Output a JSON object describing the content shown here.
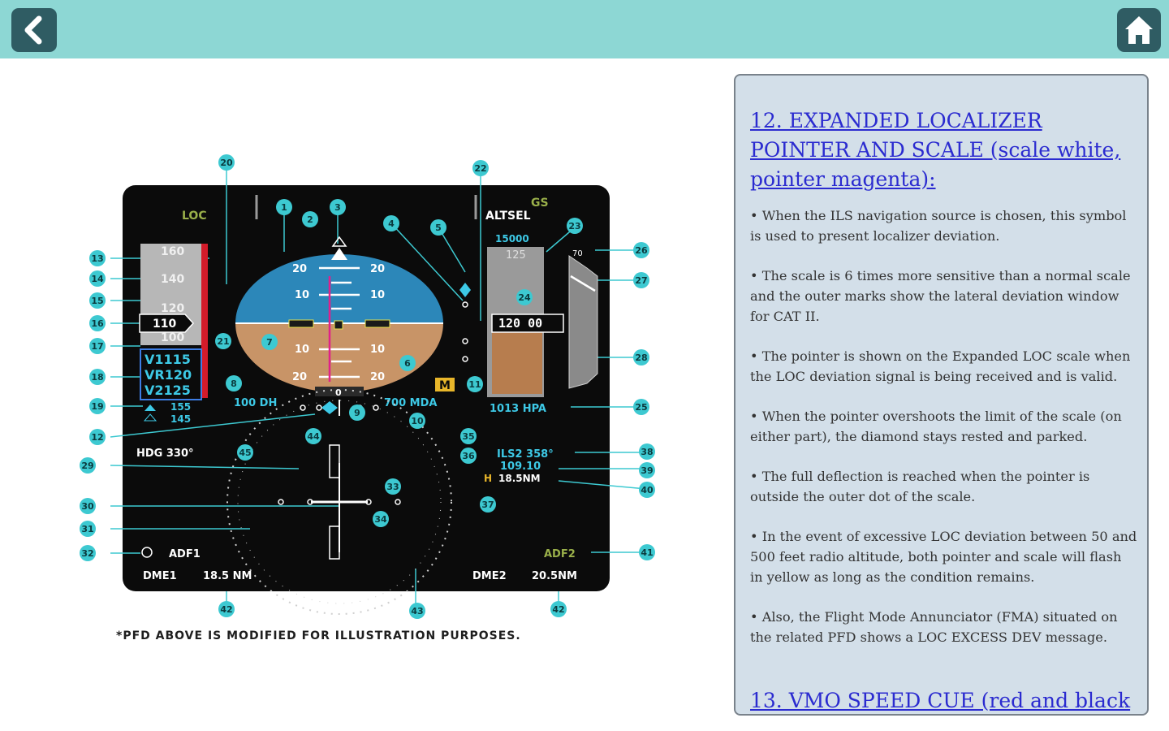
{
  "topbar": {
    "back_icon": "back-arrow-icon",
    "home_icon": "home-icon",
    "color": "#8dd7d4",
    "button_color": "#2f5c63"
  },
  "pfd": {
    "labels": {
      "loc": "LOC",
      "gs": "GS",
      "altsel": "ALTSEL",
      "alt_target": "15000",
      "speeds": [
        "160",
        "140",
        "120",
        "110",
        "100"
      ],
      "v_speeds": [
        "V1115",
        "VR120",
        "V2125"
      ],
      "ref_speeds": [
        "155",
        "145"
      ],
      "pitch": [
        "20",
        "20",
        "10",
        "10",
        "10",
        "10",
        "20",
        "20"
      ],
      "dh": "100 DH",
      "mda": "700 MDA",
      "altitude": "120 00",
      "alt_top": "125",
      "baro": "1013 HPA",
      "hdg": "HDG 330°",
      "ils": "ILS2 358°",
      "freq": "109.10",
      "dist": "18.5NM",
      "adf1": "ADF1",
      "adf2": "ADF2",
      "dme1": "DME1",
      "dme1_dist": "18.5 NM",
      "dme2": "DME2",
      "dme2_dist": "20.5NM",
      "m_flag": "M",
      "h_flag": "H",
      "vsi_top": "70"
    },
    "callouts": [
      "20",
      "22",
      "1",
      "3",
      "2",
      "4",
      "5",
      "23",
      "26",
      "13",
      "14",
      "15",
      "16",
      "17",
      "18",
      "19",
      "12",
      "21",
      "7",
      "6",
      "11",
      "8",
      "9",
      "10",
      "24",
      "27",
      "28",
      "25",
      "44",
      "45",
      "35",
      "36",
      "38",
      "39",
      "40",
      "37",
      "33",
      "29",
      "30",
      "34",
      "31",
      "32",
      "41",
      "42",
      "43",
      "42"
    ]
  },
  "caption": "*PFD ABOVE IS MODIFIED FOR ILLUSTRATION PURPOSES.",
  "panel": {
    "title": "12. EXPANDED LOCALIZER POINTER AND SCALE (scale white, pointer magenta):",
    "bullets": [
      "• When the ILS navigation source is chosen, this symbol is used to present localizer deviation.",
      "• The scale is 6 times more sensitive than a normal scale and the outer marks show the lateral deviation window for CAT II.",
      "• The pointer is shown on the Expanded LOC scale when the LOC deviation signal is being received and is valid.",
      "• When the pointer overshoots the limit of the scale (on either part), the diamond stays rested and parked.",
      "• The full deflection is reached when the pointer is outside the outer dot of the scale.",
      "• In the event of excessive LOC deviation between 50 and 500 feet radio altitude, both pointer and scale will flash in yellow as long as the condition remains.",
      "• Also, the Flight Mode Annunciator (FMA) situated on the related PFD shows a LOC EXCESS DEV message."
    ],
    "next_title": "13. VMO SPEED CUE (red and black"
  }
}
